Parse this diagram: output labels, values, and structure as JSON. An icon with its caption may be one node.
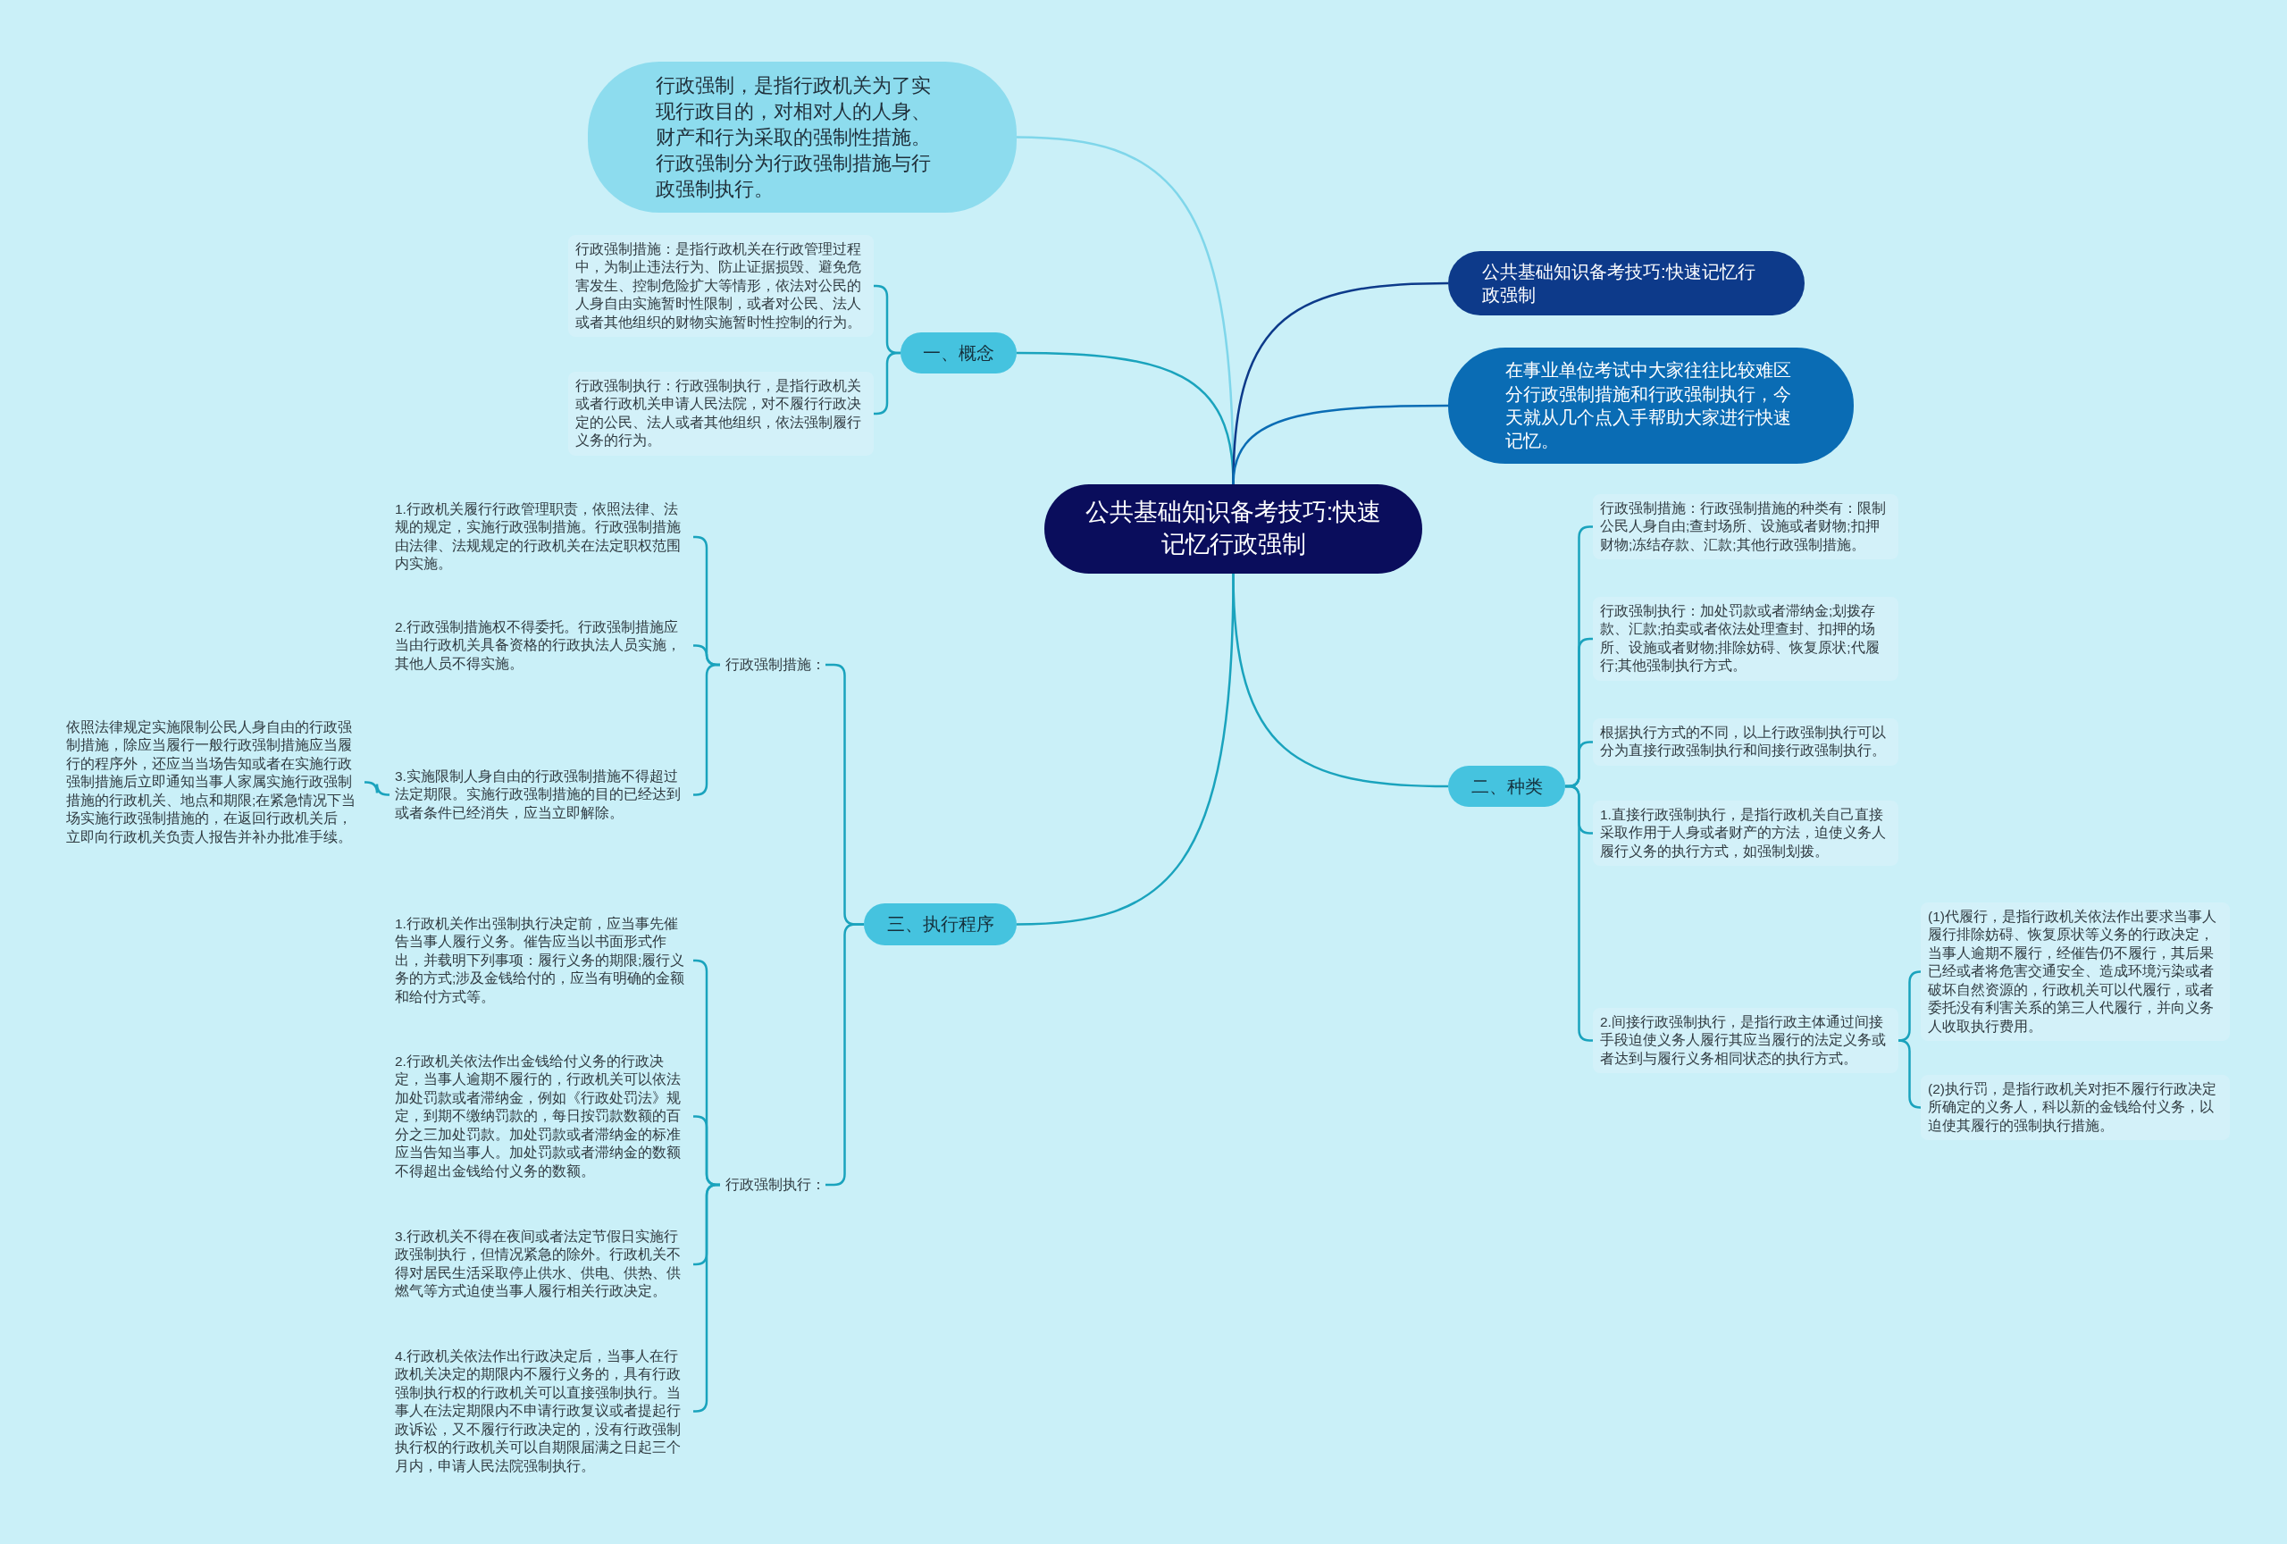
{
  "diagram": {
    "nodes": [
      {
        "text": [
          "公共基础知识备考技巧:快速记忆行政强制"
        ]
      },
      {
        "text": [
          "行政强制，是指行政机关为了实现行政目的，对相对人的人身、财产和行为采取的强制性措施。行政强制分为行政强制措施与行政强制执行。"
        ]
      },
      {
        "text": [
          "一、概念"
        ]
      },
      {
        "text": [
          "行政强制措施：是指行政机关在行政管理过程中，为制止违法行为、防止证据损毁、避免危害发生、控制危险扩大等情形，依法对公民的人身自由实施暂时性限制，或者对公民、法人或者其他组织的财物实施暂时性控制的行为。"
        ]
      },
      {
        "text": [
          "行政强制执行：行政强制执行，是指行政机关或者行政机关申请人民法院，对不履行行政决定的公民、法人或者其他组织，依法强制履行义务的行为。"
        ]
      },
      {
        "text": [
          "三、执行程序"
        ]
      },
      {
        "text": [
          "行政强制措施："
        ]
      },
      {
        "text": [
          "1.行政机关履行行政管理职责，依照法律、法规的规定，实施行政强制措施。行政强制措施由法律、法规规定的行政机关在法定职权范围内实施。"
        ]
      },
      {
        "text": [
          "2.行政强制措施权不得委托。行政强制措施应当由行政机关具备资格的行政执法人员实施，其他人员不得实施。"
        ]
      },
      {
        "text": [
          "3.实施限制人身自由的行政强制措施不得超过法定期限。实施行政强制措施的目的已经达到或者条件已经消失，应当立即解除。"
        ]
      },
      {
        "text": [
          "依照法律规定实施限制公民人身自由的行政强制措施，除应当履行一般行政强制措施应当履行的程序外，还应当当场告知或者在实施行政强制措施后立即通知当事人家属实施行政强制措施的行政机关、地点和期限;在紧急情况下当场实施行政强制措施的，在返回行政机关后，立即向行政机关负责人报告并补办批准手续。"
        ]
      },
      {
        "text": [
          "行政强制执行："
        ]
      },
      {
        "text": [
          "1.行政机关作出强制执行决定前，应当事先催告当事人履行义务。催告应当以书面形式作出，并载明下列事项：履行义务的期限;履行义务的方式;涉及金钱给付的，应当有明确的金额和给付方式等。"
        ]
      },
      {
        "text": [
          "2.行政机关依法作出金钱给付义务的行政决定，当事人逾期不履行的，行政机关可以依法加处罚款或者滞纳金，例如《行政处罚法》规定，到期不缴纳罚款的，每日按罚款数额的百分之三加处罚款。加处罚款或者滞纳金的标准应当告知当事人。加处罚款或者滞纳金的数额不得超出金钱给付义务的数额。"
        ]
      },
      {
        "text": [
          "3.行政机关不得在夜间或者法定节假日实施行政强制执行，但情况紧急的除外。行政机关不得对居民生活采取停止供水、供电、供热、供燃气等方式迫使当事人履行相关行政决定。"
        ]
      },
      {
        "text": [
          "4.行政机关依法作出行政决定后，当事人在行政机关决定的期限内不履行义务的，具有行政强制执行权的行政机关可以直接强制执行。当事人在法定期限内不申请行政复议或者提起行政诉讼，又不履行行政决定的，没有行政强制执行权的行政机关可以自期限届满之日起三个月内，申请人民法院强制执行。"
        ]
      },
      {
        "text": [
          "公共基础知识备考技巧:快速记忆行政强制"
        ]
      },
      {
        "text": [
          "在事业单位考试中大家往往比较难区分行政强制措施和行政强制执行，今天就从几个点入手帮助大家进行快速记忆。"
        ]
      },
      {
        "text": [
          "二、种类"
        ]
      },
      {
        "text": [
          "行政强制措施：行政强制措施的种类有：限制公民人身自由;查封场所、设施或者财物;扣押财物;冻结存款、汇款;其他行政强制措施。"
        ]
      },
      {
        "text": [
          "行政强制执行：加处罚款或者滞纳金;划拨存款、汇款;拍卖或者依法处理查封、扣押的场所、设施或者财物;排除妨碍、恢复原状;代履行;其他强制执行方式。"
        ]
      },
      {
        "text": [
          "根据执行方式的不同，以上行政强制执行可以分为直接行政强制执行和间接行政强制执行。"
        ]
      },
      {
        "text": [
          "1.直接行政强制执行，是指行政机关自己直接采取作用于人身或者财产的方法，迫使义务人履行义务的执行方式，如强制划拨。"
        ]
      },
      {
        "text": [
          "2.间接行政强制执行，是指行政主体通过间接手段迫使义务人履行其应当履行的法定义务或者达到与履行义务相同状态的执行方式。"
        ]
      },
      {
        "text": [
          "(1)代履行，是指行政机关依法作出要求当事人履行排除妨碍、恢复原状等义务的行政决定，当事人逾期不履行，经催告仍不履行，其后果已经或者将危害交通安全、造成环境污染或者破坏自然资源的，行政机关可以代履行，或者委托没有利害关系的第三人代履行，并向义务人收取执行费用。"
        ]
      },
      {
        "text": [
          "(2)执行罚，是指行政机关对拒不履行行政决定所确定的义务人，科以新的金钱给付义务，以迫使其履行的强制执行措施。"
        ]
      }
    ],
    "edges": [
      {
        "from": 0,
        "to": 1,
        "arrow": "none",
        "color": "#7fd6ea"
      },
      {
        "from": 0,
        "to": 2,
        "arrow": "none"
      },
      {
        "from": 2,
        "to": 3,
        "arrow": "none"
      },
      {
        "from": 2,
        "to": 4,
        "arrow": "none"
      },
      {
        "from": 0,
        "to": 5,
        "arrow": "none"
      },
      {
        "from": 5,
        "to": 6,
        "arrow": "none"
      },
      {
        "from": 6,
        "to": 7,
        "arrow": "none"
      },
      {
        "from": 6,
        "to": 8,
        "arrow": "none"
      },
      {
        "from": 6,
        "to": 9,
        "arrow": "none"
      },
      {
        "from": 9,
        "to": 10,
        "arrow": "none"
      },
      {
        "from": 5,
        "to": 11,
        "arrow": "none"
      },
      {
        "from": 11,
        "to": 12,
        "arrow": "none"
      },
      {
        "from": 11,
        "to": 13,
        "arrow": "none"
      },
      {
        "from": 11,
        "to": 14,
        "arrow": "none"
      },
      {
        "from": 11,
        "to": 15,
        "arrow": "none"
      },
      {
        "from": 0,
        "to": 16,
        "arrow": "none",
        "color": "#0d3a8a"
      },
      {
        "from": 0,
        "to": 17,
        "arrow": "none",
        "color": "#0a6cb4"
      },
      {
        "from": 0,
        "to": 18,
        "arrow": "none"
      },
      {
        "from": 18,
        "to": 19,
        "arrow": "none"
      },
      {
        "from": 18,
        "to": 20,
        "arrow": "none"
      },
      {
        "from": 18,
        "to": 21,
        "arrow": "none"
      },
      {
        "from": 18,
        "to": 22,
        "arrow": "none"
      },
      {
        "from": 18,
        "to": 23,
        "arrow": "none"
      },
      {
        "from": 23,
        "to": 24,
        "arrow": "none"
      },
      {
        "from": 23,
        "to": 25,
        "arrow": "none"
      }
    ]
  }
}
